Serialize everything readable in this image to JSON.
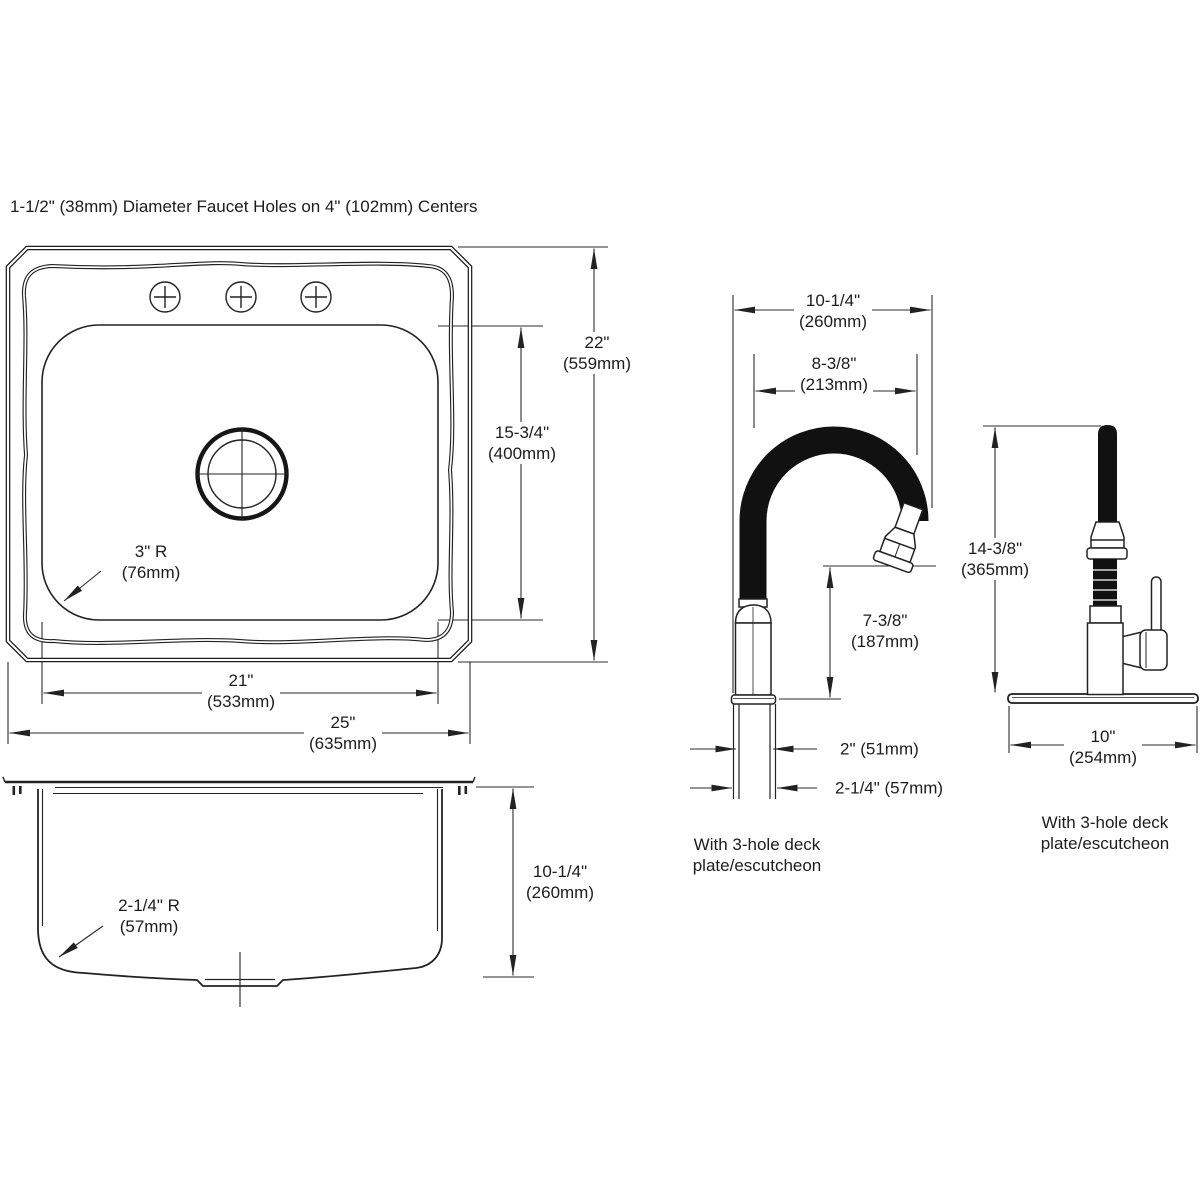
{
  "title": "1-1/2\" (38mm) Diameter Faucet Holes on 4\" (102mm) Centers",
  "top_view": {
    "overall_height_in": "22\"",
    "overall_height_mm": "(559mm)",
    "bowl_height_in": "15-3/4\"",
    "bowl_height_mm": "(400mm)",
    "bowl_width_in": "21\"",
    "bowl_width_mm": "(533mm)",
    "overall_width_in": "25\"",
    "overall_width_mm": "(635mm)",
    "corner_radius_in": "3\" R",
    "corner_radius_mm": "(76mm)"
  },
  "side_view": {
    "depth_in": "10-1/4\"",
    "depth_mm": "(260mm)",
    "corner_radius_in": "2-1/4\" R",
    "corner_radius_mm": "(57mm)"
  },
  "faucet_profile": {
    "overall_reach_in": "10-1/4\"",
    "overall_reach_mm": "(260mm)",
    "spout_reach_in": "8-3/8\"",
    "spout_reach_mm": "(213mm)",
    "spout_clearance_in": "7-3/8\"",
    "spout_clearance_mm": "(187mm)",
    "shank_dia": "2\" (51mm)",
    "base_dia": "2-1/4\" (57mm)",
    "caption_line1": "With 3-hole deck",
    "caption_line2": "plate/escutcheon"
  },
  "faucet_front": {
    "overall_height_in": "14-3/8\"",
    "overall_height_mm": "(365mm)",
    "deck_plate_in": "10\"",
    "deck_plate_mm": "(254mm)",
    "caption_line1": "With 3-hole deck",
    "caption_line2": "plate/escutcheon"
  }
}
